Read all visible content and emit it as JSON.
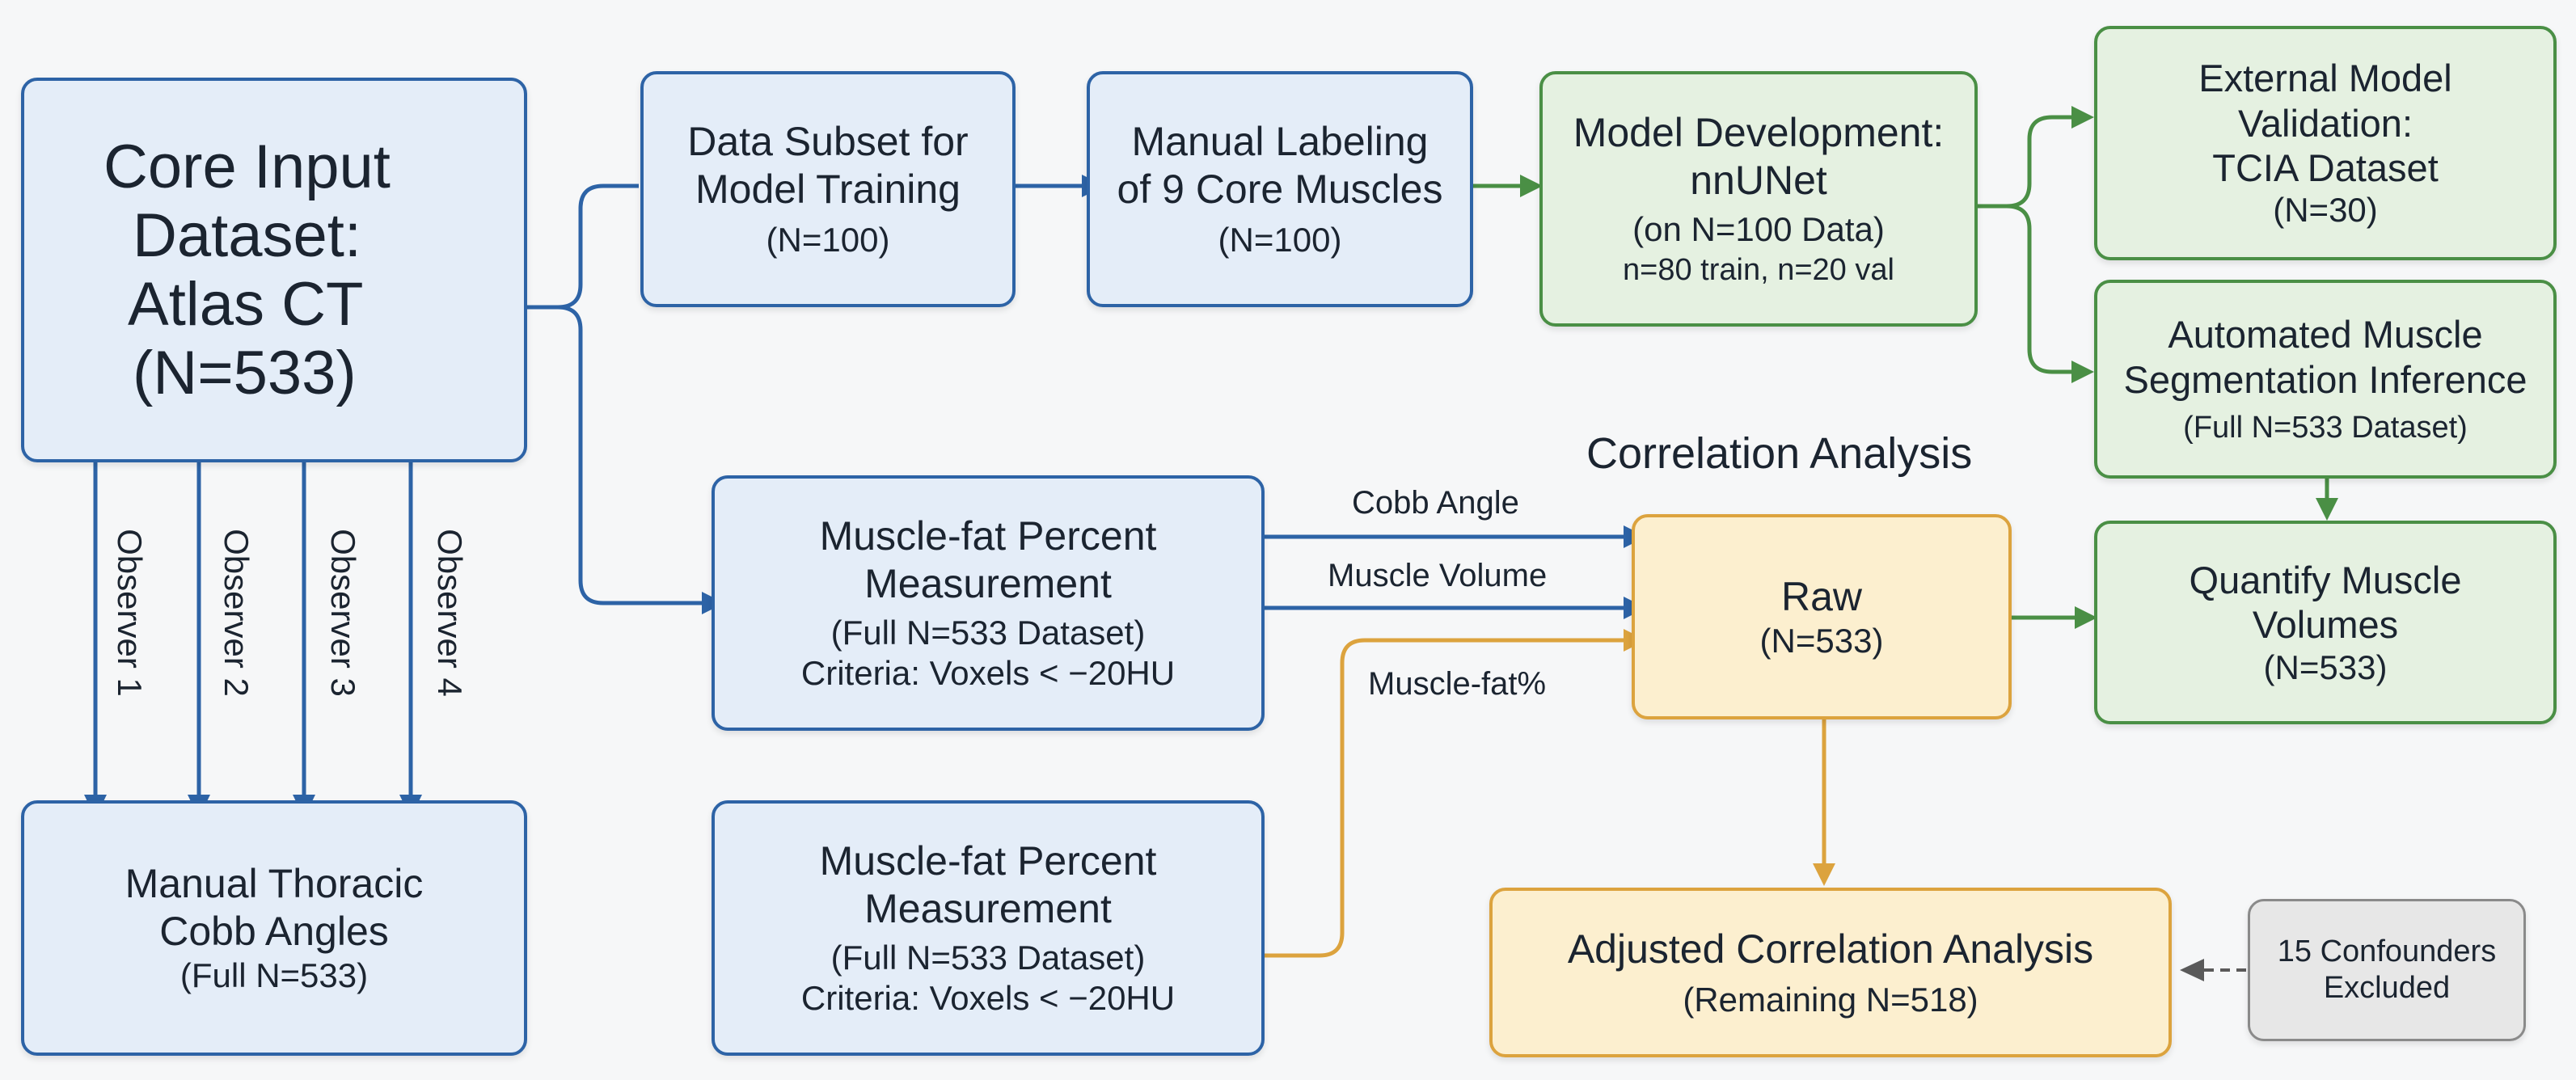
{
  "colors": {
    "blue": "#2d63a6",
    "green": "#4a8f45",
    "orange": "#dca33e",
    "gray": "#5a5a5a"
  },
  "core": {
    "line1": "Core Input",
    "line2": "Dataset:",
    "line3": "Atlas CT",
    "line4": "(N=533)"
  },
  "subset": {
    "line1": "Data Subset for",
    "line2": "Model Training",
    "line3": "(N=100)"
  },
  "labeling": {
    "line1": "Manual Labeling",
    "line2": "of 9 Core Muscles",
    "line3": "(N=100)"
  },
  "model": {
    "line1": "Model Development:",
    "line2": "nnUNet",
    "line3": "(on N=100 Data)",
    "line4": "n=80 train, n=20 val"
  },
  "external": {
    "line1": "External Model",
    "line2": "Validation:",
    "line3": "TCIA Dataset",
    "line4": "(N=30)"
  },
  "automated": {
    "line1": "Automated Muscle",
    "line2": "Segmentation Inference",
    "line3": "(Full N=533 Dataset)"
  },
  "quantify": {
    "line1": "Quantify Muscle",
    "line2": "Volumes",
    "line3": "(N=533)"
  },
  "correlation_title": "Correlation Analysis",
  "raw": {
    "line1": "Raw",
    "line2": "(N=533)"
  },
  "muscle_fat_1": {
    "line1": "Muscle-fat Percent",
    "line2": "Measurement",
    "line3": "(Full N=533 Dataset)",
    "line4": "Criteria: Voxels < −20HU"
  },
  "muscle_fat_2": {
    "line1": "Muscle-fat Percent",
    "line2": "Measurement",
    "line3": "(Full N=533 Dataset)",
    "line4": "Criteria: Voxels < −20HU"
  },
  "cobb": {
    "line1": "Manual Thoracic",
    "line2": "Cobb Angles",
    "line3": "(Full N=533)"
  },
  "adjusted": {
    "line1": "Adjusted Correlation Analysis",
    "line2": "(Remaining N=518)"
  },
  "confounders": {
    "line1": "15 Confounders",
    "line2": "Excluded"
  },
  "arrow_labels": {
    "cobb_angle": "Cobb Angle",
    "muscle_volume": "Muscle Volume",
    "muscle_fat": "Muscle-fat%"
  },
  "observers": [
    "Observer 1",
    "Observer 2",
    "Observer 3",
    "Observer 4"
  ]
}
